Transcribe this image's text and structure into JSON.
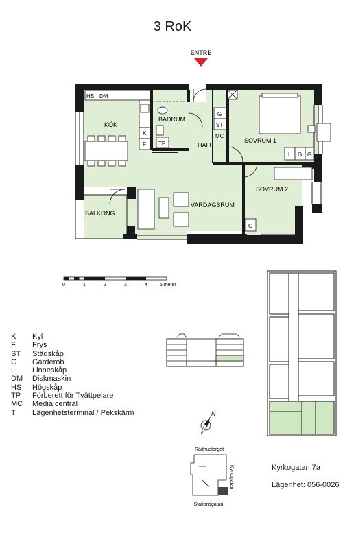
{
  "title": "3 RoK",
  "entrance_label": "ENTRE",
  "rooms": {
    "kitchen": "KÖK",
    "bathroom": "BADRUM",
    "hall": "HALL",
    "bedroom1": "SOVRUM 1",
    "bedroom2": "SOVRUM 2",
    "living": "VARDAGSRUM",
    "balcony": "BALKONG"
  },
  "fixtures": {
    "hs": "HS",
    "dm": "DM",
    "k": "K",
    "f": "F",
    "tp": "TP",
    "t": "T",
    "g": "G",
    "st": "ST",
    "mc": "MC",
    "l": "L"
  },
  "scale": {
    "ticks": [
      "0",
      "1",
      "2",
      "3",
      "4",
      "5 meter"
    ]
  },
  "legend": [
    {
      "code": "K",
      "label": "Kyl"
    },
    {
      "code": "F",
      "label": "Frys"
    },
    {
      "code": "ST",
      "label": "Städskåp"
    },
    {
      "code": "G",
      "label": "Garderob"
    },
    {
      "code": "L",
      "label": "Linneskåp"
    },
    {
      "code": "DM",
      "label": "Diskmaskin"
    },
    {
      "code": "HS",
      "label": "Högskåp"
    },
    {
      "code": "TP",
      "label": "Förberett för Tvättpelare"
    },
    {
      "code": "MC",
      "label": "Media central"
    },
    {
      "code": "T",
      "label": "Lägenhetsterminal / Pekskärm"
    }
  ],
  "north_label": "N",
  "site": {
    "north_street": "Rådhustorget",
    "east_street": "Kyrkogatan",
    "south_street": "Stationsgatan"
  },
  "address": "Kyrkogatan 7a",
  "apartment": "Lägenhet: 056-0026",
  "colors": {
    "room_fill": "#e1eed6",
    "wall": "#1a1a1a",
    "entrance_arrow": "#e02020",
    "highlight": "#cfe8c2"
  }
}
